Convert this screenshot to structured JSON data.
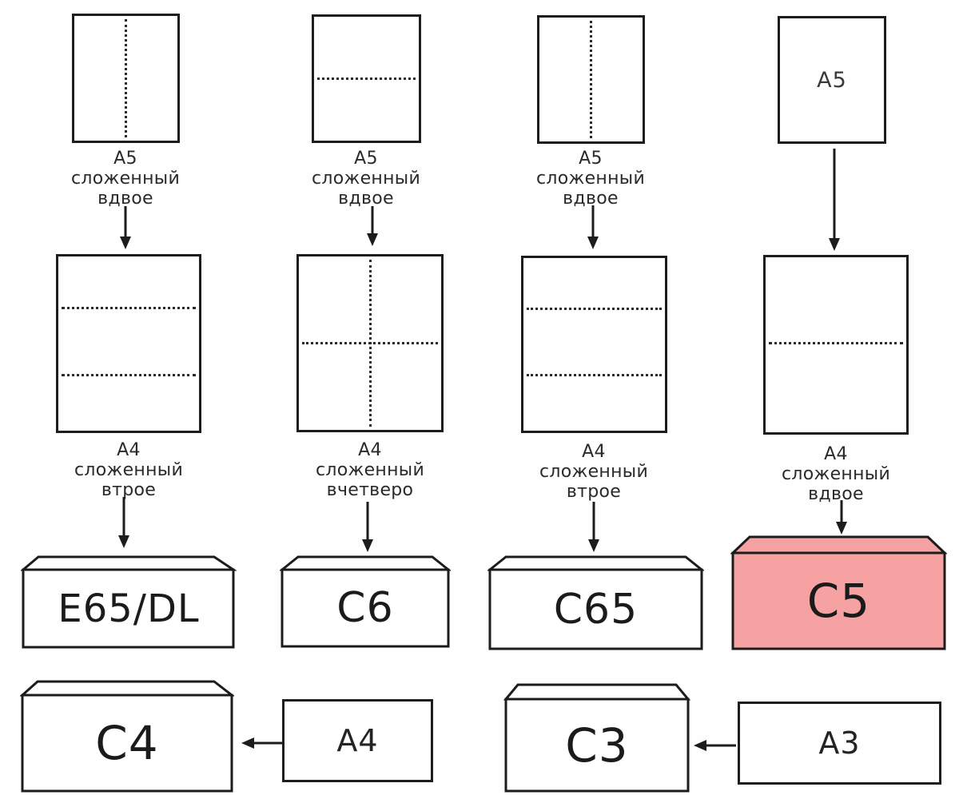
{
  "colors": {
    "line": "#1c1c1c",
    "paper_fill": "#ffffff",
    "envelope_fill": "#ffffff",
    "highlight_fill": "#f7a2a2",
    "background": "#fefefe"
  },
  "columns": [
    {
      "id": "e65dl",
      "top_paper_fold": "vertical-half",
      "top_caption": "А5\nсложенный\nвдвое",
      "mid_paper_fold": "horizontal-thirds",
      "mid_caption": "А4\nсложенный\nвтрое",
      "envelope_label": "E65/DL",
      "highlighted": false
    },
    {
      "id": "c6",
      "top_paper_fold": "horizontal-half",
      "top_caption": "А5\nсложенный\nвдвое",
      "mid_paper_fold": "cross-quarters",
      "mid_caption": "А4\nсложенный\nвчетверо",
      "envelope_label": "C6",
      "highlighted": false
    },
    {
      "id": "c65",
      "top_paper_fold": "vertical-half",
      "top_caption": "А5\nсложенный\nвдвое",
      "mid_paper_fold": "horizontal-thirds",
      "mid_caption": "А4\nсложенный\nвтрое",
      "envelope_label": "C65",
      "highlighted": false
    },
    {
      "id": "c5",
      "top_paper_label": "А5",
      "top_paper_fold": "none",
      "mid_paper_fold": "horizontal-half",
      "mid_caption": "А4\nсложенный\nвдвое",
      "envelope_label": "C5",
      "highlighted": true
    }
  ],
  "bottom_row": [
    {
      "envelope_label": "C4",
      "paper_label": "А4"
    },
    {
      "envelope_label": "C3",
      "paper_label": "А3"
    }
  ]
}
